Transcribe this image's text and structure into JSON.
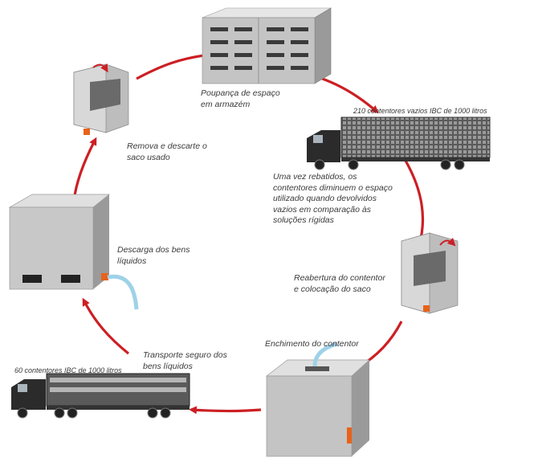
{
  "labels": {
    "space_saving": "Poupança de espaço\nem armazém",
    "truck_top": "210 contentores vazios IBC de 1000 litros",
    "return_note": "Uma vez rebatidos, os\ncontentores diminuem o espaço\nutilizado quando devolvidos\nvazios em comparação às\nsoluções rígidas",
    "reopen": "Reabertura do contentor\ne colocação do saco",
    "filling": "Enchimento do contentor",
    "transport": "Transporte seguro dos\nbens líquidos",
    "truck_bottom": "60 contentores IBC de 1000 litros",
    "discharge": "Descarga dos bens\nlíquidos",
    "remove": "Remova e descarte o\nsaco usado"
  },
  "colors": {
    "arrow": "#cc1f24",
    "container_light": "#dcdcdc",
    "container_mid": "#bdbdbd",
    "container_dark": "#8f8f8f",
    "truck_body": "#2b2b2b",
    "hose": "#9ed2e8",
    "valve": "#e8621a"
  }
}
